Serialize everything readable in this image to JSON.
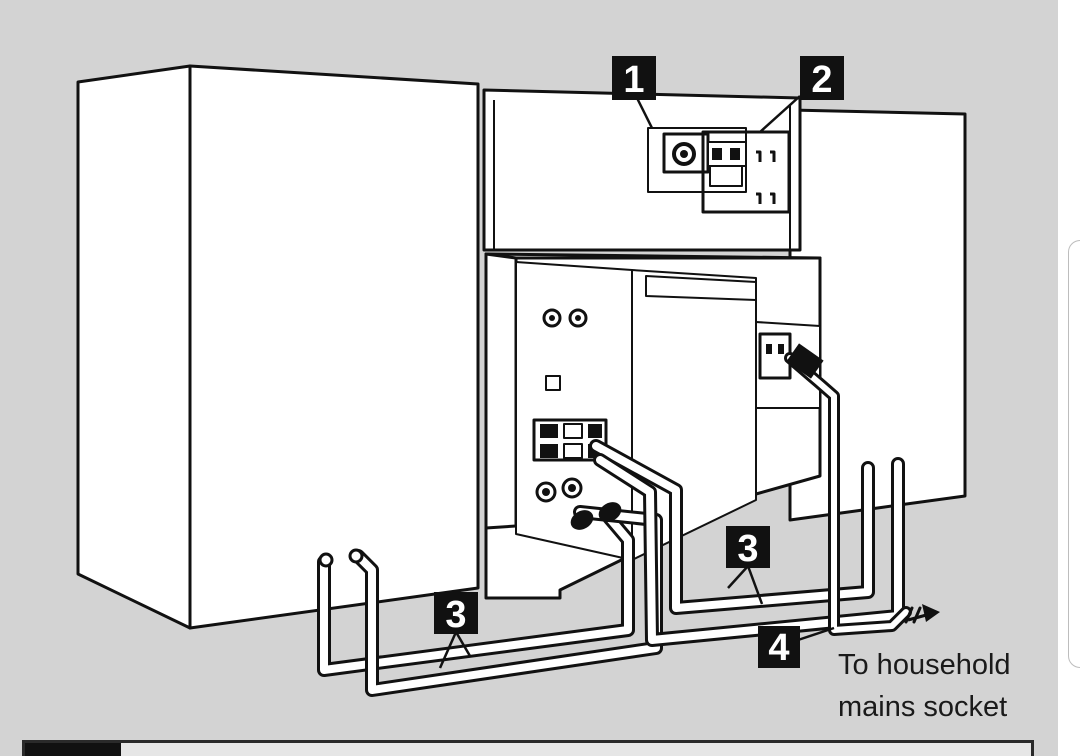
{
  "diagram": {
    "step_labels": {
      "step1": "1",
      "step2": "2",
      "step3a": "3",
      "step3b": "3",
      "step4": "4"
    },
    "caption": {
      "line1": "To household",
      "line2": "mains socket"
    }
  },
  "colors": {
    "panel_background": "#d3d3d3",
    "badge": "#111111",
    "line": "#111111",
    "unit_fill": "#ffffff"
  },
  "icons": [
    "arrow-right-icon"
  ]
}
